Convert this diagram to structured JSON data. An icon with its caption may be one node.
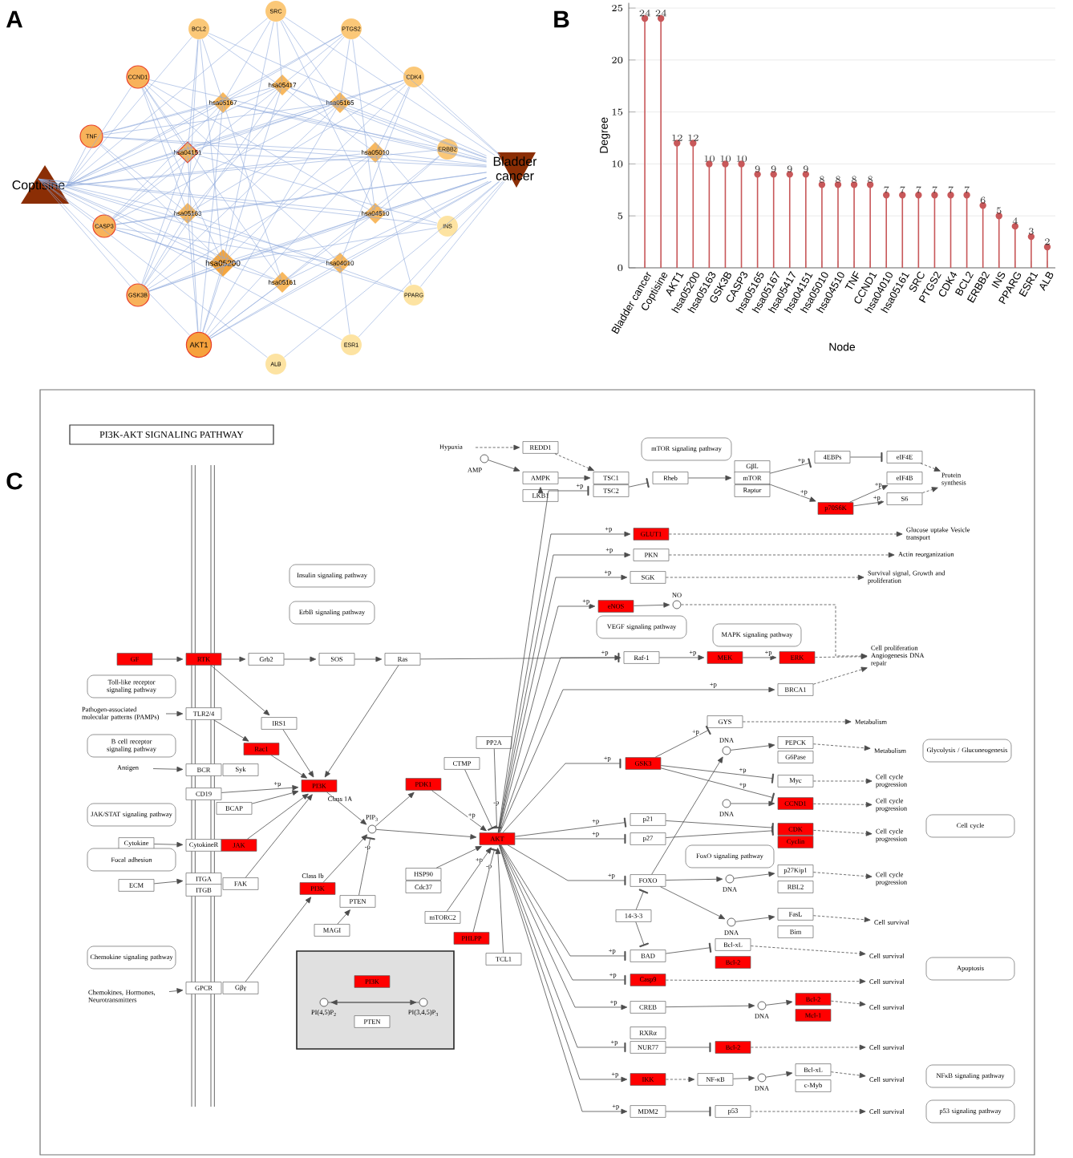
{
  "diagram": {
    "nodes": [
      {
        "text": [
          "Coptisine"
        ]
      },
      {
        "text": [
          "Bladder cancer"
        ]
      },
      {
        "text": [
          "SRC"
        ]
      },
      {
        "text": [
          "BCL2"
        ]
      },
      {
        "text": [
          "PTGS2"
        ]
      },
      {
        "text": [
          "CCND1"
        ]
      },
      {
        "text": [
          "CDK4"
        ]
      },
      {
        "text": [
          "TNF"
        ]
      },
      {
        "text": [
          "ERBB2"
        ]
      },
      {
        "text": [
          "CASP3"
        ]
      },
      {
        "text": [
          "INS"
        ]
      },
      {
        "text": [
          "GSK3B"
        ]
      },
      {
        "text": [
          "PPARG"
        ]
      },
      {
        "text": [
          "AKT1"
        ]
      },
      {
        "text": [
          "ESR1"
        ]
      },
      {
        "text": [
          "ALB"
        ]
      },
      {
        "text": [
          "hsa05417"
        ]
      },
      {
        "text": [
          "hsa05167"
        ]
      },
      {
        "text": [
          "hsa05165"
        ]
      },
      {
        "text": [
          "hsa04151"
        ]
      },
      {
        "text": [
          "hsa05010"
        ]
      },
      {
        "text": [
          "hsa05163"
        ]
      },
      {
        "text": [
          "hsa04510"
        ]
      },
      {
        "text": [
          "hsa05200"
        ]
      },
      {
        "text": [
          "hsa04010"
        ]
      },
      {
        "text": [
          "hsa05161"
        ]
      },
      {
        "text": [
          "PI3K-AKT SIGNALING PATHWAY"
        ]
      },
      {
        "text": [
          "Hypoxia"
        ]
      },
      {
        "text": [
          "REDD1"
        ]
      },
      {
        "text": [],
        "shape": "circle",
        "beside": [
          "AMP"
        ]
      },
      {
        "text": [
          "AMPK"
        ]
      },
      {
        "text": [
          "LKB1"
        ]
      },
      {
        "text": [
          "TSC1"
        ]
      },
      {
        "text": [
          "TSC2"
        ]
      },
      {
        "text": [
          "mTOR signaling pathway"
        ]
      },
      {
        "text": [
          "Rheb"
        ]
      },
      {
        "text": [
          "GβL"
        ]
      },
      {
        "text": [
          "mTOR"
        ]
      },
      {
        "text": [
          "Raptor"
        ]
      },
      {
        "text": [
          "4EBPs"
        ]
      },
      {
        "text": [
          "eIF4E"
        ]
      },
      {
        "text": [
          "eIF4B"
        ]
      },
      {
        "text": [
          "S6"
        ]
      },
      {
        "text": [
          "p70S6K"
        ]
      },
      {
        "text": [
          "Protein synthesis"
        ]
      },
      {
        "text": [
          "GLUT1"
        ]
      },
      {
        "text": [
          "Glucose uptake Vesicle transport"
        ]
      },
      {
        "text": [
          "PKN"
        ]
      },
      {
        "text": [
          "Actin reorganization"
        ]
      },
      {
        "text": [
          "SGK"
        ]
      },
      {
        "text": [
          "Survival signal, Growth and proliferation"
        ]
      },
      {
        "text": [
          "Insulin signaling pathway"
        ]
      },
      {
        "text": [
          "ErbB signaling pathway"
        ]
      },
      {
        "text": [
          "eNOS"
        ]
      },
      {
        "text": [],
        "shape": "circle",
        "beside": [
          "NO"
        ]
      },
      {
        "text": [
          "VEGF signaling pathway"
        ]
      },
      {
        "text": [
          "MAPK signaling pathway"
        ]
      },
      {
        "text": [
          "GF"
        ]
      },
      {
        "text": [
          "RTK"
        ]
      },
      {
        "text": [
          "Grb2"
        ]
      },
      {
        "text": [
          "SOS"
        ]
      },
      {
        "text": [
          "Ras"
        ]
      },
      {
        "text": [
          "Raf-1"
        ]
      },
      {
        "text": [
          "MEK"
        ]
      },
      {
        "text": [
          "ERK"
        ]
      },
      {
        "text": [
          "Cell proliferation Angiogenesis DNA repair"
        ]
      },
      {
        "text": [
          "Toll-like receptor signaling pathway"
        ]
      },
      {
        "text": [
          "BRCA1"
        ]
      },
      {
        "text": [
          "Pathogen-associated molecular patterns (PAMPs)"
        ]
      },
      {
        "text": [
          "TLR2/4"
        ]
      },
      {
        "text": [
          "IRS1"
        ]
      },
      {
        "text": [
          "GYS"
        ]
      },
      {
        "text": [
          "Metabolism"
        ]
      },
      {
        "text": [
          "B cell receptor signaling pathway"
        ]
      },
      {
        "text": [
          "PP2A"
        ]
      },
      {
        "text": [
          "PEPCK"
        ]
      },
      {
        "text": [
          "G6Pase"
        ]
      },
      {
        "text": [],
        "shape": "circle",
        "beside": [
          "DNA"
        ]
      },
      {
        "text": [
          "Metabolism"
        ]
      },
      {
        "text": [
          "Glycolysis / Gluconeogenesis"
        ]
      },
      {
        "text": [
          "Rac1"
        ]
      },
      {
        "text": [
          "CTMP"
        ]
      },
      {
        "text": [
          "GSK3"
        ]
      },
      {
        "text": [
          "Antigen"
        ]
      },
      {
        "text": [
          "BCR"
        ]
      },
      {
        "text": [
          "Syk"
        ]
      },
      {
        "text": [
          "Myc"
        ]
      },
      {
        "text": [
          "Cell cycle progression"
        ]
      },
      {
        "text": [
          "PDK1"
        ]
      },
      {
        "text": [
          "PI3K"
        ],
        "beside": [
          "Class 1A"
        ]
      },
      {
        "text": [
          "CD19"
        ]
      },
      {
        "text": [],
        "shape": "circle",
        "beside": [
          "DNA"
        ]
      },
      {
        "text": [
          "CCND1"
        ]
      },
      {
        "text": [
          "Cell cycle progression"
        ]
      },
      {
        "text": [
          "BCAP"
        ]
      },
      {
        "text": [
          "JAK/STAT signaling pathway"
        ]
      },
      {
        "text": [
          "p21"
        ]
      },
      {
        "text": [
          "Cell cycle"
        ]
      },
      {
        "text": [
          "CDK"
        ]
      },
      {
        "text": [],
        "shape": "circle",
        "beside": [
          "PIP$_{3}$"
        ]
      },
      {
        "text": [
          "AKT"
        ]
      },
      {
        "text": [
          "Cyclin"
        ]
      },
      {
        "text": [
          "Cell cycle progression"
        ]
      },
      {
        "text": [
          "p27"
        ]
      },
      {
        "text": [
          "Cytokine"
        ]
      },
      {
        "text": [
          "CytokineR"
        ]
      },
      {
        "text": [
          "JAK"
        ]
      },
      {
        "text": [
          "FoxO signaling pathway"
        ]
      },
      {
        "text": [
          "Focal adhesion"
        ]
      },
      {
        "text": [
          "p27Kip1"
        ]
      },
      {
        "text": [
          "HSP90"
        ]
      },
      {
        "text": [
          "PI3K"
        ],
        "beside": [
          "Class Ib"
        ]
      },
      {
        "text": [
          "ITGA"
        ]
      },
      {
        "text": [
          "FOXO"
        ]
      },
      {
        "text": [],
        "shape": "circle",
        "beside": [
          "DNA"
        ]
      },
      {
        "text": [
          "ECM"
        ]
      },
      {
        "text": [
          "FAK"
        ]
      },
      {
        "text": [
          "Cdc37"
        ]
      },
      {
        "text": [
          "RBL2"
        ]
      },
      {
        "text": [
          "Cell cycle progression"
        ]
      },
      {
        "text": [
          "ITGB"
        ]
      },
      {
        "text": [
          "PTEN"
        ]
      },
      {
        "text": [
          "14-3-3"
        ]
      },
      {
        "text": [
          "FasL"
        ]
      },
      {
        "text": [],
        "shape": "circle",
        "beside": [
          "DNA"
        ]
      },
      {
        "text": [
          "Cell survival"
        ]
      },
      {
        "text": [
          "mTORC2"
        ]
      },
      {
        "text": [
          "MAGI"
        ]
      },
      {
        "text": [
          "Bim"
        ]
      },
      {
        "text": [
          "PHLPP"
        ]
      },
      {
        "text": [
          "Bcl-xL"
        ]
      },
      {
        "text": [
          "BAD"
        ]
      },
      {
        "text": [
          "Cell survival"
        ]
      },
      {
        "text": [
          "Chemokine signaling pathway"
        ]
      },
      {
        "text": [
          "TCL1"
        ]
      },
      {
        "text": [
          "Bcl-2"
        ]
      },
      {
        "text": [
          "Apoptosis"
        ]
      },
      {
        "text": [],
        "shape": "box"
      },
      {
        "text": [
          "PI3K"
        ],
        "in": 137
      },
      {
        "text": [],
        "shape": "circle",
        "beside": [
          "PI(4,5)P$_{2}$"
        ],
        "in": 137
      },
      {
        "text": [],
        "shape": "circle",
        "beside": [
          "PI(3,4,5)P$_{3}$"
        ],
        "in": 137
      },
      {
        "text": [
          "PTEN"
        ],
        "in": 137
      },
      {
        "text": [
          "Casp9"
        ]
      },
      {
        "text": [
          "Cell survival"
        ]
      },
      {
        "text": [
          "GPCR"
        ]
      },
      {
        "text": [
          "Gβγ"
        ]
      },
      {
        "text": [
          "Chemokines, Hormones, Neurotransmitters"
        ]
      },
      {
        "text": [
          "Bcl-2"
        ]
      },
      {
        "text": [
          "CREB"
        ]
      },
      {
        "text": [],
        "shape": "circle",
        "beside": [
          "DNA"
        ]
      },
      {
        "text": [
          "Cell survival"
        ]
      },
      {
        "text": [
          "Mcl-1"
        ]
      },
      {
        "text": [
          "RXRα"
        ]
      },
      {
        "text": [
          "NUR77"
        ]
      },
      {
        "text": [
          "Bcl-2"
        ]
      },
      {
        "text": [
          "Cell survival"
        ]
      },
      {
        "text": [
          "Bcl-xL"
        ]
      },
      {
        "text": [
          "NFκB signaling pathway"
        ]
      },
      {
        "text": [
          "IKK"
        ]
      },
      {
        "text": [
          "NF-κB"
        ]
      },
      {
        "text": [],
        "shape": "circle",
        "beside": [
          "DNA"
        ]
      },
      {
        "text": [
          "Cell survival"
        ]
      },
      {
        "text": [
          "c-Myb"
        ]
      },
      {
        "text": [
          "MDM2"
        ]
      },
      {
        "text": [
          "p53"
        ]
      },
      {
        "text": [
          "Cell survival"
        ]
      },
      {
        "text": [
          "p53 signaling pathway"
        ]
      }
    ],
    "edges": [
      {
        "from": 0,
        "to": 2,
        "arrow": "none"
      },
      {
        "from": 0,
        "to": 3,
        "arrow": "none"
      },
      {
        "from": 0,
        "to": 4,
        "arrow": "none"
      },
      {
        "from": 0,
        "to": 5,
        "arrow": "none"
      },
      {
        "from": 0,
        "to": 6,
        "arrow": "none"
      },
      {
        "from": 0,
        "to": 7,
        "arrow": "none"
      },
      {
        "from": 0,
        "to": 8,
        "arrow": "none"
      },
      {
        "from": 0,
        "to": 9,
        "arrow": "none"
      },
      {
        "from": 0,
        "to": 10,
        "arrow": "none"
      },
      {
        "from": 0,
        "to": 11,
        "arrow": "none"
      },
      {
        "from": 0,
        "to": 12,
        "arrow": "none"
      },
      {
        "from": 0,
        "to": 13,
        "arrow": "none"
      },
      {
        "from": 0,
        "to": 14,
        "arrow": "none"
      },
      {
        "from": 0,
        "to": 15,
        "arrow": "none"
      },
      {
        "from": 0,
        "to": 16,
        "arrow": "none"
      },
      {
        "from": 0,
        "to": 17,
        "arrow": "none"
      },
      {
        "from": 0,
        "to": 18,
        "arrow": "none"
      },
      {
        "from": 0,
        "to": 19,
        "arrow": "none"
      },
      {
        "from": 0,
        "to": 20,
        "arrow": "none"
      },
      {
        "from": 0,
        "to": 21,
        "arrow": "none"
      },
      {
        "from": 0,
        "to": 22,
        "arrow": "none"
      },
      {
        "from": 0,
        "to": 23,
        "arrow": "none"
      },
      {
        "from": 0,
        "to": 24,
        "arrow": "none"
      },
      {
        "from": 0,
        "to": 25,
        "arrow": "none"
      },
      {
        "from": 1,
        "to": 2,
        "arrow": "none"
      },
      {
        "from": 1,
        "to": 3,
        "arrow": "none"
      },
      {
        "from": 1,
        "to": 4,
        "arrow": "none"
      },
      {
        "from": 1,
        "to": 5,
        "arrow": "none"
      },
      {
        "from": 1,
        "to": 6,
        "arrow": "none"
      },
      {
        "from": 1,
        "to": 7,
        "arrow": "none"
      },
      {
        "from": 1,
        "to": 8,
        "arrow": "none"
      },
      {
        "from": 1,
        "to": 9,
        "arrow": "none"
      },
      {
        "from": 1,
        "to": 10,
        "arrow": "none"
      },
      {
        "from": 1,
        "to": 11,
        "arrow": "none"
      },
      {
        "from": 1,
        "to": 12,
        "arrow": "none"
      },
      {
        "from": 1,
        "to": 13,
        "arrow": "none"
      },
      {
        "from": 1,
        "to": 14,
        "arrow": "none"
      },
      {
        "from": 1,
        "to": 15,
        "arrow": "none"
      },
      {
        "from": 1,
        "to": 16,
        "arrow": "none"
      },
      {
        "from": 1,
        "to": 17,
        "arrow": "none"
      },
      {
        "from": 1,
        "to": 18,
        "arrow": "none"
      },
      {
        "from": 1,
        "to": 19,
        "arrow": "none"
      },
      {
        "from": 1,
        "to": 20,
        "arrow": "none"
      },
      {
        "from": 1,
        "to": 21,
        "arrow": "none"
      },
      {
        "from": 1,
        "to": 22,
        "arrow": "none"
      },
      {
        "from": 1,
        "to": 23,
        "arrow": "none"
      },
      {
        "from": 1,
        "to": 24,
        "arrow": "none"
      },
      {
        "from": 1,
        "to": 25,
        "arrow": "none"
      },
      {
        "from": 13,
        "to": 16,
        "arrow": "none"
      },
      {
        "from": 13,
        "to": 17,
        "arrow": "none"
      },
      {
        "from": 13,
        "to": 18,
        "arrow": "none"
      },
      {
        "from": 13,
        "to": 19,
        "arrow": "none"
      },
      {
        "from": 13,
        "to": 20,
        "arrow": "none"
      },
      {
        "from": 13,
        "to": 21,
        "arrow": "none"
      },
      {
        "from": 13,
        "to": 22,
        "arrow": "none"
      },
      {
        "from": 13,
        "to": 23,
        "arrow": "none"
      },
      {
        "from": 13,
        "to": 24,
        "arrow": "none"
      },
      {
        "from": 13,
        "to": 25,
        "arrow": "none"
      },
      {
        "from": 11,
        "to": 16,
        "arrow": "none"
      },
      {
        "from": 11,
        "to": 17,
        "arrow": "none"
      },
      {
        "from": 11,
        "to": 18,
        "arrow": "none"
      },
      {
        "from": 11,
        "to": 19,
        "arrow": "none"
      },
      {
        "from": 11,
        "to": 20,
        "arrow": "none"
      },
      {
        "from": 11,
        "to": 21,
        "arrow": "none"
      },
      {
        "from": 11,
        "to": 22,
        "arrow": "none"
      },
      {
        "from": 11,
        "to": 23,
        "arrow": "none"
      },
      {
        "from": 9,
        "to": 16,
        "arrow": "none"
      },
      {
        "from": 9,
        "to": 17,
        "arrow": "none"
      },
      {
        "from": 9,
        "to": 18,
        "arrow": "none"
      },
      {
        "from": 9,
        "to": 19,
        "arrow": "none"
      },
      {
        "from": 9,
        "to": 21,
        "arrow": "none"
      },
      {
        "from": 9,
        "to": 23,
        "arrow": "none"
      },
      {
        "from": 9,
        "to": 24,
        "arrow": "none"
      },
      {
        "from": 9,
        "to": 25,
        "arrow": "none"
      },
      {
        "from": 7,
        "to": 16,
        "arrow": "none"
      },
      {
        "from": 7,
        "to": 17,
        "arrow": "none"
      },
      {
        "from": 7,
        "to": 18,
        "arrow": "none"
      },
      {
        "from": 7,
        "to": 20,
        "arrow": "none"
      },
      {
        "from": 7,
        "to": 21,
        "arrow": "none"
      },
      {
        "from": 7,
        "to": 23,
        "arrow": "none"
      },
      {
        "from": 5,
        "to": 19,
        "arrow": "none"
      },
      {
        "from": 5,
        "to": 21,
        "arrow": "none"
      },
      {
        "from": 5,
        "to": 22,
        "arrow": "none"
      },
      {
        "from": 5,
        "to": 23,
        "arrow": "none"
      },
      {
        "from": 5,
        "to": 24,
        "arrow": "none"
      },
      {
        "from": 5,
        "to": 25,
        "arrow": "none"
      },
      {
        "from": 2,
        "to": 16,
        "arrow": "none"
      },
      {
        "from": 2,
        "to": 17,
        "arrow": "none"
      },
      {
        "from": 2,
        "to": 18,
        "arrow": "none"
      },
      {
        "from": 2,
        "to": 22,
        "arrow": "none"
      },
      {
        "from": 2,
        "to": 23,
        "arrow": "none"
      },
      {
        "from": 3,
        "to": 19,
        "arrow": "none"
      },
      {
        "from": 3,
        "to": 20,
        "arrow": "none"
      },
      {
        "from": 3,
        "to": 21,
        "arrow": "none"
      },
      {
        "from": 3,
        "to": 23,
        "arrow": "none"
      },
      {
        "from": 3,
        "to": 25,
        "arrow": "none"
      },
      {
        "from": 4,
        "to": 16,
        "arrow": "none"
      },
      {
        "from": 4,
        "to": 17,
        "arrow": "none"
      },
      {
        "from": 4,
        "to": 18,
        "arrow": "none"
      },
      {
        "from": 4,
        "to": 21,
        "arrow": "none"
      },
      {
        "from": 4,
        "to": 22,
        "arrow": "none"
      },
      {
        "from": 6,
        "to": 19,
        "arrow": "none"
      },
      {
        "from": 6,
        "to": 20,
        "arrow": "none"
      },
      {
        "from": 6,
        "to": 21,
        "arrow": "none"
      },
      {
        "from": 6,
        "to": 23,
        "arrow": "none"
      },
      {
        "from": 6,
        "to": 24,
        "arrow": "none"
      },
      {
        "from": 8,
        "to": 16,
        "arrow": "none"
      },
      {
        "from": 8,
        "to": 17,
        "arrow": "none"
      },
      {
        "from": 8,
        "to": 22,
        "arrow": "none"
      },
      {
        "from": 8,
        "to": 25,
        "arrow": "none"
      },
      {
        "from": 10,
        "to": 18,
        "arrow": "none"
      },
      {
        "from": 10,
        "to": 19,
        "arrow": "none"
      },
      {
        "from": 10,
        "to": 23,
        "arrow": "none"
      },
      {
        "from": 12,
        "to": 20,
        "arrow": "none"
      },
      {
        "from": 12,
        "to": 21,
        "arrow": "none"
      },
      {
        "from": 14,
        "to": 24,
        "arrow": "none"
      },
      {
        "from": 27,
        "to": 28,
        "arrow": "to",
        "style": "dashed",
        "color": "#4c4c4c"
      },
      {
        "from": 28,
        "to": 32,
        "arrow": "to",
        "style": "dashed",
        "color": "#4c4c4c"
      },
      {
        "from": 29,
        "to": 30,
        "arrow": "to",
        "color": "#4c4c4c"
      },
      {
        "from": 31,
        "to": 30,
        "arrow": "to",
        "color": "#4c4c4c"
      },
      {
        "from": 30,
        "to": 32,
        "arrow": "to",
        "color": "#4c4c4c"
      },
      {
        "from": 33,
        "to": 35,
        "arrow": "other",
        "color": "#4c4c4c"
      },
      {
        "from": 35,
        "to": 37,
        "arrow": "to",
        "color": "#4c4c4c"
      },
      {
        "from": 37,
        "to": 39,
        "arrow": "other",
        "label": "+p",
        "color": "#4c4c4c"
      },
      {
        "from": 39,
        "to": 40,
        "arrow": "other",
        "color": "#4c4c4c"
      },
      {
        "from": 37,
        "to": 43,
        "arrow": "to",
        "label": "+p",
        "color": "#4c4c4c"
      },
      {
        "from": 43,
        "to": 41,
        "arrow": "to",
        "label": "+p",
        "color": "#4c4c4c"
      },
      {
        "from": 43,
        "to": 42,
        "arrow": "to",
        "label": "+p",
        "color": "#4c4c4c"
      },
      {
        "from": 40,
        "to": 44,
        "arrow": "to",
        "style": "dashed",
        "color": "#4c4c4c"
      },
      {
        "from": 42,
        "to": 44,
        "arrow": "to",
        "style": "dashed",
        "color": "#4c4c4c"
      },
      {
        "from": 100,
        "to": 33,
        "arrow": "other",
        "label": "+p",
        "color": "#4c4c4c"
      },
      {
        "from": 100,
        "to": 45,
        "arrow": "to",
        "label": "+p",
        "color": "#4c4c4c"
      },
      {
        "from": 45,
        "to": 46,
        "arrow": "to",
        "style": "dashed",
        "color": "#4c4c4c"
      },
      {
        "from": 100,
        "to": 47,
        "arrow": "to",
        "label": "+p",
        "color": "#4c4c4c"
      },
      {
        "from": 47,
        "to": 48,
        "arrow": "to",
        "style": "dashed",
        "color": "#4c4c4c"
      },
      {
        "from": 100,
        "to": 49,
        "arrow": "to",
        "label": "+p",
        "color": "#4c4c4c"
      },
      {
        "from": 49,
        "to": 50,
        "arrow": "to",
        "style": "dashed",
        "color": "#4c4c4c"
      },
      {
        "from": 100,
        "to": 53,
        "arrow": "to",
        "label": "+p",
        "color": "#4c4c4c"
      },
      {
        "from": 53,
        "to": 54,
        "arrow": "to",
        "color": "#4c4c4c"
      },
      {
        "from": 54,
        "to": 65,
        "arrow": "to",
        "style": "dashed",
        "color": "#4c4c4c"
      },
      {
        "from": 57,
        "to": 58,
        "arrow": "to",
        "color": "#4c4c4c"
      },
      {
        "from": 58,
        "to": 59,
        "arrow": "to",
        "color": "#4c4c4c"
      },
      {
        "from": 59,
        "to": 60,
        "arrow": "to",
        "color": "#4c4c4c"
      },
      {
        "from": 60,
        "to": 61,
        "arrow": "to",
        "color": "#4c4c4c"
      },
      {
        "from": 61,
        "to": 89,
        "arrow": "to",
        "color": "#4c4c4c"
      },
      {
        "from": 61,
        "to": 62,
        "arrow": "to",
        "color": "#4c4c4c"
      },
      {
        "from": 100,
        "to": 62,
        "arrow": "other",
        "label": "+p",
        "color": "#4c4c4c"
      },
      {
        "from": 62,
        "to": 63,
        "arrow": "to",
        "label": "+p",
        "color": "#4c4c4c"
      },
      {
        "from": 63,
        "to": 64,
        "arrow": "to",
        "label": "+p",
        "color": "#4c4c4c"
      },
      {
        "from": 64,
        "to": 65,
        "arrow": "to",
        "style": "dashed",
        "color": "#4c4c4c"
      },
      {
        "from": 100,
        "to": 67,
        "arrow": "to",
        "label": "+p",
        "color": "#4c4c4c"
      },
      {
        "from": 67,
        "to": 65,
        "arrow": "to",
        "style": "dashed",
        "color": "#4c4c4c"
      },
      {
        "from": 58,
        "to": 70,
        "arrow": "to",
        "color": "#4c4c4c"
      },
      {
        "from": 70,
        "to": 89,
        "arrow": "to",
        "color": "#4c4c4c"
      },
      {
        "from": 68,
        "to": 69,
        "arrow": "to",
        "color": "#4c4c4c"
      },
      {
        "from": 69,
        "to": 80,
        "arrow": "to",
        "color": "#4c4c4c"
      },
      {
        "from": 80,
        "to": 89,
        "arrow": "to",
        "color": "#4c4c4c"
      },
      {
        "from": 83,
        "to": 84,
        "arrow": "to",
        "color": "#4c4c4c"
      },
      {
        "from": 90,
        "to": 89,
        "arrow": "to",
        "label": "+p",
        "color": "#4c4c4c"
      },
      {
        "from": 94,
        "to": 89,
        "arrow": "to",
        "color": "#4c4c4c"
      },
      {
        "from": 104,
        "to": 105,
        "arrow": "to",
        "color": "#4c4c4c"
      },
      {
        "from": 106,
        "to": 89,
        "arrow": "to",
        "color": "#4c4c4c"
      },
      {
        "from": 115,
        "to": 112,
        "arrow": "to",
        "color": "#4c4c4c"
      },
      {
        "from": 116,
        "to": 89,
        "arrow": "to",
        "color": "#4c4c4c"
      },
      {
        "from": 146,
        "to": 144,
        "arrow": "to",
        "color": "#4c4c4c"
      },
      {
        "from": 145,
        "to": 111,
        "arrow": "to",
        "color": "#4c4c4c"
      },
      {
        "from": 89,
        "to": 99,
        "arrow": "to",
        "color": "#4c4c4c"
      },
      {
        "from": 111,
        "to": 99,
        "arrow": "to",
        "color": "#4c4c4c"
      },
      {
        "from": 121,
        "to": 99,
        "arrow": "other",
        "label": "-p",
        "color": "#4c4c4c"
      },
      {
        "from": 127,
        "to": 121,
        "arrow": "to",
        "color": "#4c4c4c"
      },
      {
        "from": 99,
        "to": 88,
        "arrow": "to",
        "color": "#4c4c4c"
      },
      {
        "from": 99,
        "to": 100,
        "arrow": "to",
        "color": "#4c4c4c"
      },
      {
        "from": 88,
        "to": 100,
        "arrow": "to",
        "label": "+p",
        "color": "#4c4c4c"
      },
      {
        "from": 81,
        "to": 100,
        "arrow": "other",
        "color": "#4c4c4c"
      },
      {
        "from": 74,
        "to": 100,
        "arrow": "other",
        "label": "-p",
        "color": "#4c4c4c"
      },
      {
        "from": 110,
        "to": 100,
        "arrow": "to",
        "color": "#4c4c4c"
      },
      {
        "from": 126,
        "to": 100,
        "arrow": "to",
        "label": "+p",
        "color": "#4c4c4c"
      },
      {
        "from": 129,
        "to": 100,
        "arrow": "other",
        "label": "-p",
        "color": "#4c4c4c"
      },
      {
        "from": 134,
        "to": 100,
        "arrow": "to",
        "color": "#4c4c4c"
      },
      {
        "from": 100,
        "to": 82,
        "arrow": "other",
        "label": "+p",
        "color": "#4c4c4c"
      },
      {
        "from": 82,
        "to": 71,
        "arrow": "other",
        "label": "+p",
        "color": "#4c4c4c"
      },
      {
        "from": 71,
        "to": 72,
        "arrow": "to",
        "style": "dashed",
        "color": "#4c4c4c"
      },
      {
        "from": 82,
        "to": 86,
        "arrow": "other",
        "label": "+p",
        "color": "#4c4c4c"
      },
      {
        "from": 82,
        "to": 92,
        "arrow": "other",
        "label": "+p",
        "color": "#4c4c4c"
      },
      {
        "from": 86,
        "to": 87,
        "arrow": "to",
        "style": "dashed",
        "color": "#4c4c4c"
      },
      {
        "from": 92,
        "to": 93,
        "arrow": "to",
        "style": "dashed",
        "color": "#4c4c4c"
      },
      {
        "from": 91,
        "to": 92,
        "arrow": "to",
        "color": "#4c4c4c"
      },
      {
        "from": 100,
        "to": 96,
        "arrow": "other",
        "label": "+p",
        "color": "#4c4c4c"
      },
      {
        "from": 100,
        "to": 103,
        "arrow": "other",
        "label": "+p",
        "color": "#4c4c4c"
      },
      {
        "from": 96,
        "to": 98,
        "arrow": "other",
        "color": "#4c4c4c"
      },
      {
        "from": 103,
        "to": 98,
        "arrow": "other",
        "color": "#4c4c4c"
      },
      {
        "from": 98,
        "to": 102,
        "arrow": "to",
        "style": "dashed",
        "color": "#4c4c4c"
      },
      {
        "from": 100,
        "to": 113,
        "arrow": "other",
        "label": "+p",
        "color": "#4c4c4c"
      },
      {
        "from": 113,
        "to": 114,
        "arrow": "to",
        "color": "#4c4c4c"
      },
      {
        "from": 114,
        "to": 109,
        "arrow": "to",
        "color": "#4c4c4c"
      },
      {
        "from": 109,
        "to": 119,
        "arrow": "to",
        "style": "dashed",
        "color": "#4c4c4c"
      },
      {
        "from": 113,
        "to": 77,
        "arrow": "to",
        "color": "#4c4c4c"
      },
      {
        "from": 77,
        "to": 75,
        "arrow": "to",
        "color": "#4c4c4c"
      },
      {
        "from": 75,
        "to": 78,
        "arrow": "to",
        "style": "dashed",
        "color": "#4c4c4c"
      },
      {
        "from": 113,
        "to": 124,
        "arrow": "to",
        "color": "#4c4c4c"
      },
      {
        "from": 124,
        "to": 123,
        "arrow": "to",
        "color": "#4c4c4c"
      },
      {
        "from": 123,
        "to": 125,
        "arrow": "to",
        "style": "dashed",
        "color": "#4c4c4c"
      },
      {
        "from": 122,
        "to": 113,
        "arrow": "other",
        "color": "#4c4c4c"
      },
      {
        "from": 122,
        "to": 131,
        "arrow": "other",
        "color": "#4c4c4c"
      },
      {
        "from": 100,
        "to": 131,
        "arrow": "other",
        "label": "+p",
        "color": "#4c4c4c"
      },
      {
        "from": 131,
        "to": 130,
        "arrow": "other",
        "color": "#4c4c4c"
      },
      {
        "from": 130,
        "to": 132,
        "arrow": "to",
        "style": "dashed",
        "color": "#4c4c4c"
      },
      {
        "from": 100,
        "to": 142,
        "arrow": "other",
        "label": "+p",
        "color": "#4c4c4c"
      },
      {
        "from": 142,
        "to": 143,
        "arrow": "to",
        "style": "dashed",
        "color": "#4c4c4c"
      },
      {
        "from": 100,
        "to": 148,
        "arrow": "to",
        "label": "+p",
        "color": "#4c4c4c"
      },
      {
        "from": 148,
        "to": 149,
        "arrow": "to",
        "color": "#4c4c4c"
      },
      {
        "from": 149,
        "to": 147,
        "arrow": "to",
        "color": "#4c4c4c"
      },
      {
        "from": 147,
        "to": 150,
        "arrow": "to",
        "style": "dashed",
        "color": "#4c4c4c"
      },
      {
        "from": 100,
        "to": 153,
        "arrow": "other",
        "label": "+p",
        "color": "#4c4c4c"
      },
      {
        "from": 153,
        "to": 154,
        "arrow": "other",
        "color": "#4c4c4c"
      },
      {
        "from": 154,
        "to": 155,
        "arrow": "to",
        "style": "dashed",
        "color": "#4c4c4c"
      },
      {
        "from": 100,
        "to": 158,
        "arrow": "to",
        "label": "+p",
        "color": "#4c4c4c"
      },
      {
        "from": 158,
        "to": 159,
        "arrow": "to",
        "style": "dashed",
        "color": "#4c4c4c"
      },
      {
        "from": 159,
        "to": 160,
        "arrow": "to",
        "color": "#4c4c4c"
      },
      {
        "from": 160,
        "to": 156,
        "arrow": "to",
        "color": "#4c4c4c"
      },
      {
        "from": 156,
        "to": 161,
        "arrow": "to",
        "style": "dashed",
        "color": "#4c4c4c"
      },
      {
        "from": 100,
        "to": 163,
        "arrow": "to",
        "label": "+p",
        "color": "#4c4c4c"
      },
      {
        "from": 163,
        "to": 164,
        "arrow": "other",
        "color": "#4c4c4c"
      },
      {
        "from": 164,
        "to": 165,
        "arrow": "to",
        "style": "dashed",
        "color": "#4c4c4c"
      },
      {
        "from": 139,
        "to": 140,
        "arrow": "to",
        "color": "#4c4c4c"
      },
      {
        "from": 140,
        "to": 139,
        "arrow": "to",
        "color": "#4c4c4c"
      }
    ],
    "labels": [
      "A",
      "B",
      "C"
    ],
    "chart_data": {
      "type": "scatter",
      "xlabel": "Node",
      "ylabel": "Degree",
      "categories": [
        "Bladder cancer",
        "Coptisine",
        "AKT1",
        "hsa05200",
        "hsa05163",
        "GSK3B",
        "CASP3",
        "hsa05165",
        "hsa05167",
        "hsa05417",
        "hsa04151",
        "hsa05010",
        "hsa04510",
        "TNF",
        "CCND1",
        "hsa04010",
        "hsa05161",
        "SRC",
        "PTGS2",
        "CDK4",
        "BCL2",
        "ERBB2",
        "INS",
        "PPARG",
        "ESR1",
        "ALB"
      ],
      "values": [
        24,
        24,
        12,
        12,
        10,
        10,
        10,
        9,
        9,
        9,
        9,
        8,
        8,
        8,
        8,
        7,
        7,
        7,
        7,
        7,
        7,
        6,
        5,
        4,
        3,
        2
      ],
      "ylim": [
        0,
        25
      ],
      "yticks": [
        0,
        5,
        10,
        15,
        20,
        25
      ],
      "data_labels": true,
      "grid": true
    }
  }
}
